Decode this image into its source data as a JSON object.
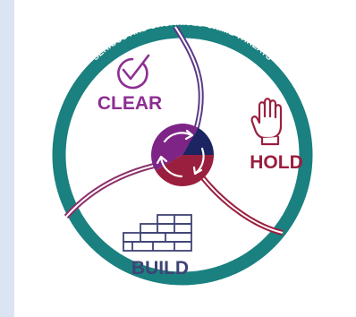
{
  "ring": {
    "text": "SERIOUS AND ORGANISED CRIME THREATS"
  },
  "segments": {
    "clear": {
      "label": "CLEAR",
      "icon": "checkmark-circle-icon"
    },
    "hold": {
      "label": "HOLD",
      "icon": "raised-hand-icon"
    },
    "build": {
      "label": "BUILD",
      "icon": "brick-wall-icon"
    }
  },
  "colors": {
    "ring": "#1a8080",
    "clear": "#8d2f92",
    "hold": "#9a1f3e",
    "build": "#3f4374",
    "center_purple": "#7d2486",
    "center_navy": "#1c2461"
  }
}
